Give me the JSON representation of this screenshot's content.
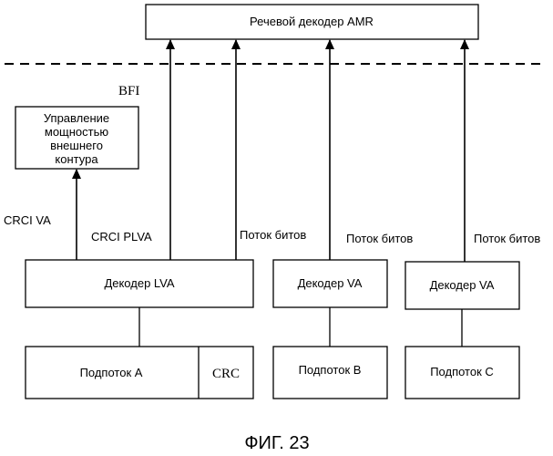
{
  "decoder_top": "Речевой декодер AMR",
  "bfi": "BFI",
  "power_control": [
    "Управление",
    "мощностью",
    "внешнего",
    "контура"
  ],
  "crci_va": "CRCI VA",
  "crci_plva": "CRCI PLVA",
  "bitstream": "Поток битов",
  "decoder_lva": "Декодер LVA",
  "decoder_va": "Декодер VA",
  "substream_a": "Подпоток A",
  "crc": "CRC",
  "substream_b": "Подпоток B",
  "substream_c": "Подпоток C",
  "caption": "ФИГ. 23"
}
